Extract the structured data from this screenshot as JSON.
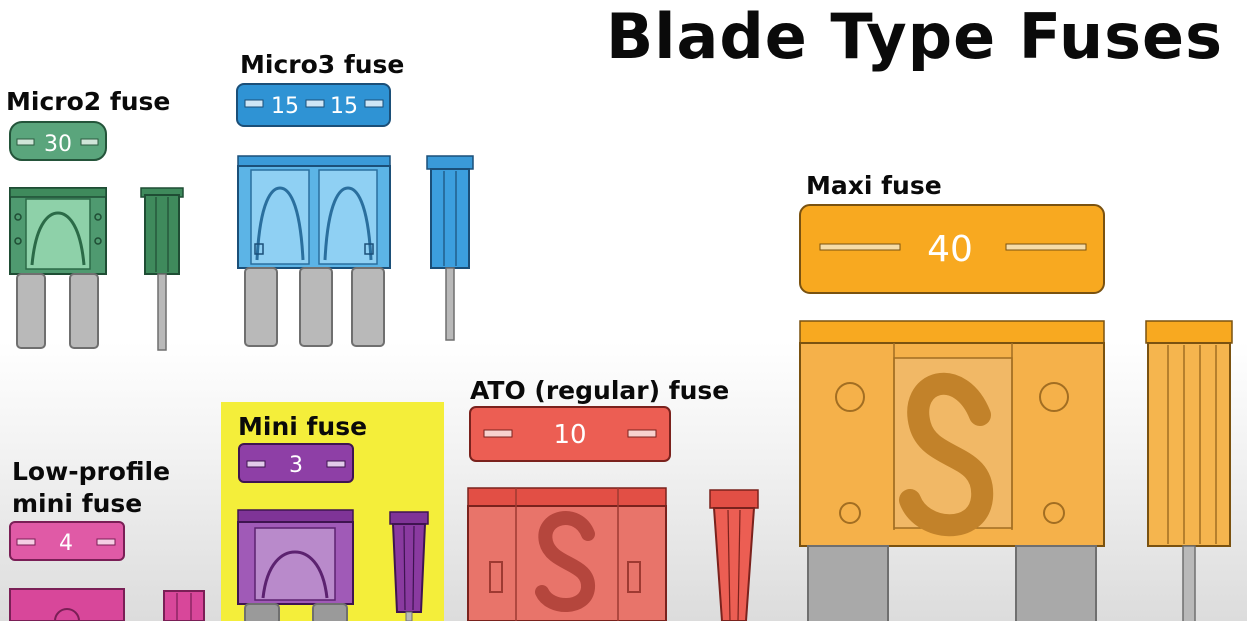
{
  "title": "Blade Type Fuses",
  "fuses": [
    {
      "id": "micro2",
      "label": "Micro2 fuse",
      "ratings": [
        "30"
      ],
      "color": "#3f8a5c"
    },
    {
      "id": "micro3",
      "label": "Micro3 fuse",
      "ratings": [
        "15",
        "15"
      ],
      "color": "#2f8fd0"
    },
    {
      "id": "maxi",
      "label": "Maxi fuse",
      "ratings": [
        "40"
      ],
      "color": "#f5a623"
    },
    {
      "id": "lowprofile",
      "label_line1": "Low-profile",
      "label_line2": "mini fuse",
      "ratings": [
        "4"
      ],
      "color": "#d8479a"
    },
    {
      "id": "mini",
      "label": "Mini fuse",
      "ratings": [
        "3"
      ],
      "color": "#8a3aa0"
    },
    {
      "id": "ato",
      "label": "ATO (regular) fuse",
      "ratings": [
        "10"
      ],
      "color": "#e8574e"
    }
  ],
  "highlight_color": "#f4ee3a"
}
